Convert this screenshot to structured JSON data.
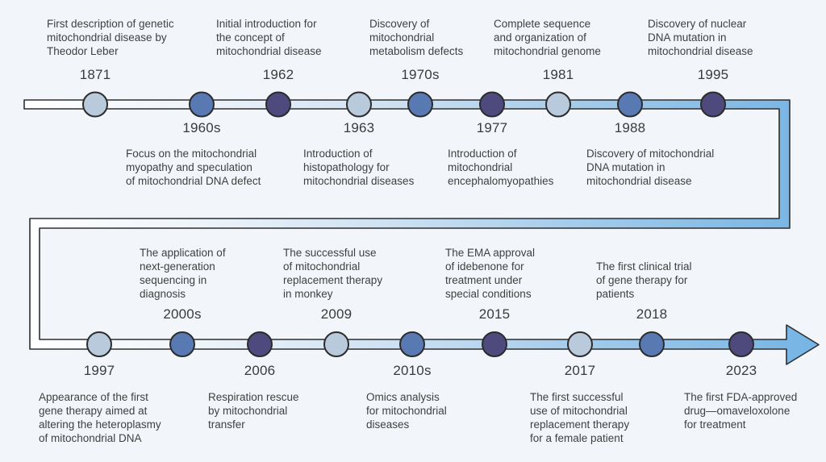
{
  "diagram": {
    "type": "timeline",
    "rows": [
      {
        "events": [
          {
            "year": "1871",
            "side": "above",
            "tone": "light",
            "description": "First description of genetic\nmitochondrial disease by\nTheodor Leber"
          },
          {
            "year": "1960s",
            "side": "below",
            "tone": "medium",
            "description": "Focus on the mitochondrial\nmyopathy and speculation\nof mitochondrial DNA defect"
          },
          {
            "year": "1962",
            "side": "above",
            "tone": "dark",
            "description": "Initial introduction for\nthe concept of\nmitochondrial disease"
          },
          {
            "year": "1963",
            "side": "below",
            "tone": "light",
            "description": "Introduction of\nhistopathology for\nmitochondrial diseases"
          },
          {
            "year": "1970s",
            "side": "above",
            "tone": "medium",
            "description": "Discovery of\nmitochondrial\nmetabolism defects"
          },
          {
            "year": "1977",
            "side": "below",
            "tone": "dark",
            "description": "Introduction of\nmitochondrial\nencephalomyopathies"
          },
          {
            "year": "1981",
            "side": "above",
            "tone": "light",
            "description": "Complete sequence\nand organization of\nmitochondrial genome"
          },
          {
            "year": "1988",
            "side": "below",
            "tone": "medium",
            "description": "Discovery of  mitochondrial\nDNA mutation in\nmitochondrial disease"
          },
          {
            "year": "1995",
            "side": "above",
            "tone": "dark",
            "description": "Discovery of  nuclear\nDNA mutation in\nmitochondrial disease"
          }
        ]
      },
      {
        "events": [
          {
            "year": "1997",
            "side": "below",
            "tone": "light",
            "description": "Appearance of the first\ngene therapy aimed at\naltering the heteroplasmy\nof mitochondrial DNA"
          },
          {
            "year": "2000s",
            "side": "above",
            "tone": "medium",
            "description": "The application of\nnext-generation\nsequencing in\ndiagnosis"
          },
          {
            "year": "2006",
            "side": "below",
            "tone": "dark",
            "description": "Respiration rescue\nby mitochondrial\ntransfer"
          },
          {
            "year": "2009",
            "side": "above",
            "tone": "light",
            "description": "The successful use\nof mitochondrial\nreplacement therapy\nin monkey"
          },
          {
            "year": "2010s",
            "side": "below",
            "tone": "medium",
            "description": "Omics analysis\nfor mitochondrial\ndiseases"
          },
          {
            "year": "2015",
            "side": "above",
            "tone": "dark",
            "description": "The EMA approval\nof idebenone for\ntreatment under\nspecial conditions"
          },
          {
            "year": "2017",
            "side": "below",
            "tone": "light",
            "description": "The first successful\nuse of mitochondrial\nreplacement therapy\nfor a female patient"
          },
          {
            "year": "2018",
            "side": "above",
            "tone": "medium",
            "description": "The first clinical trial\nof gene therapy for\npatients"
          },
          {
            "year": "2023",
            "side": "below",
            "tone": "dark",
            "description": "The first FDA-approved\ndrug—omaveloxolone\nfor treatment"
          }
        ]
      }
    ]
  },
  "colors": {
    "background": "#f2f6fa",
    "ribbon_gradient": [
      "#ffffff",
      "#f0f5fa",
      "#cfe2f3",
      "#a3cbeb",
      "#74b4e5"
    ],
    "ribbon_outline": "#2e2e2e",
    "node_light": "#b9cadd",
    "node_medium": "#5979b2",
    "node_dark": "#4e4a7e",
    "node_outline": "#2b2b2b",
    "year_text": "#3a3a3a",
    "description_text": "#3f3f3f"
  }
}
